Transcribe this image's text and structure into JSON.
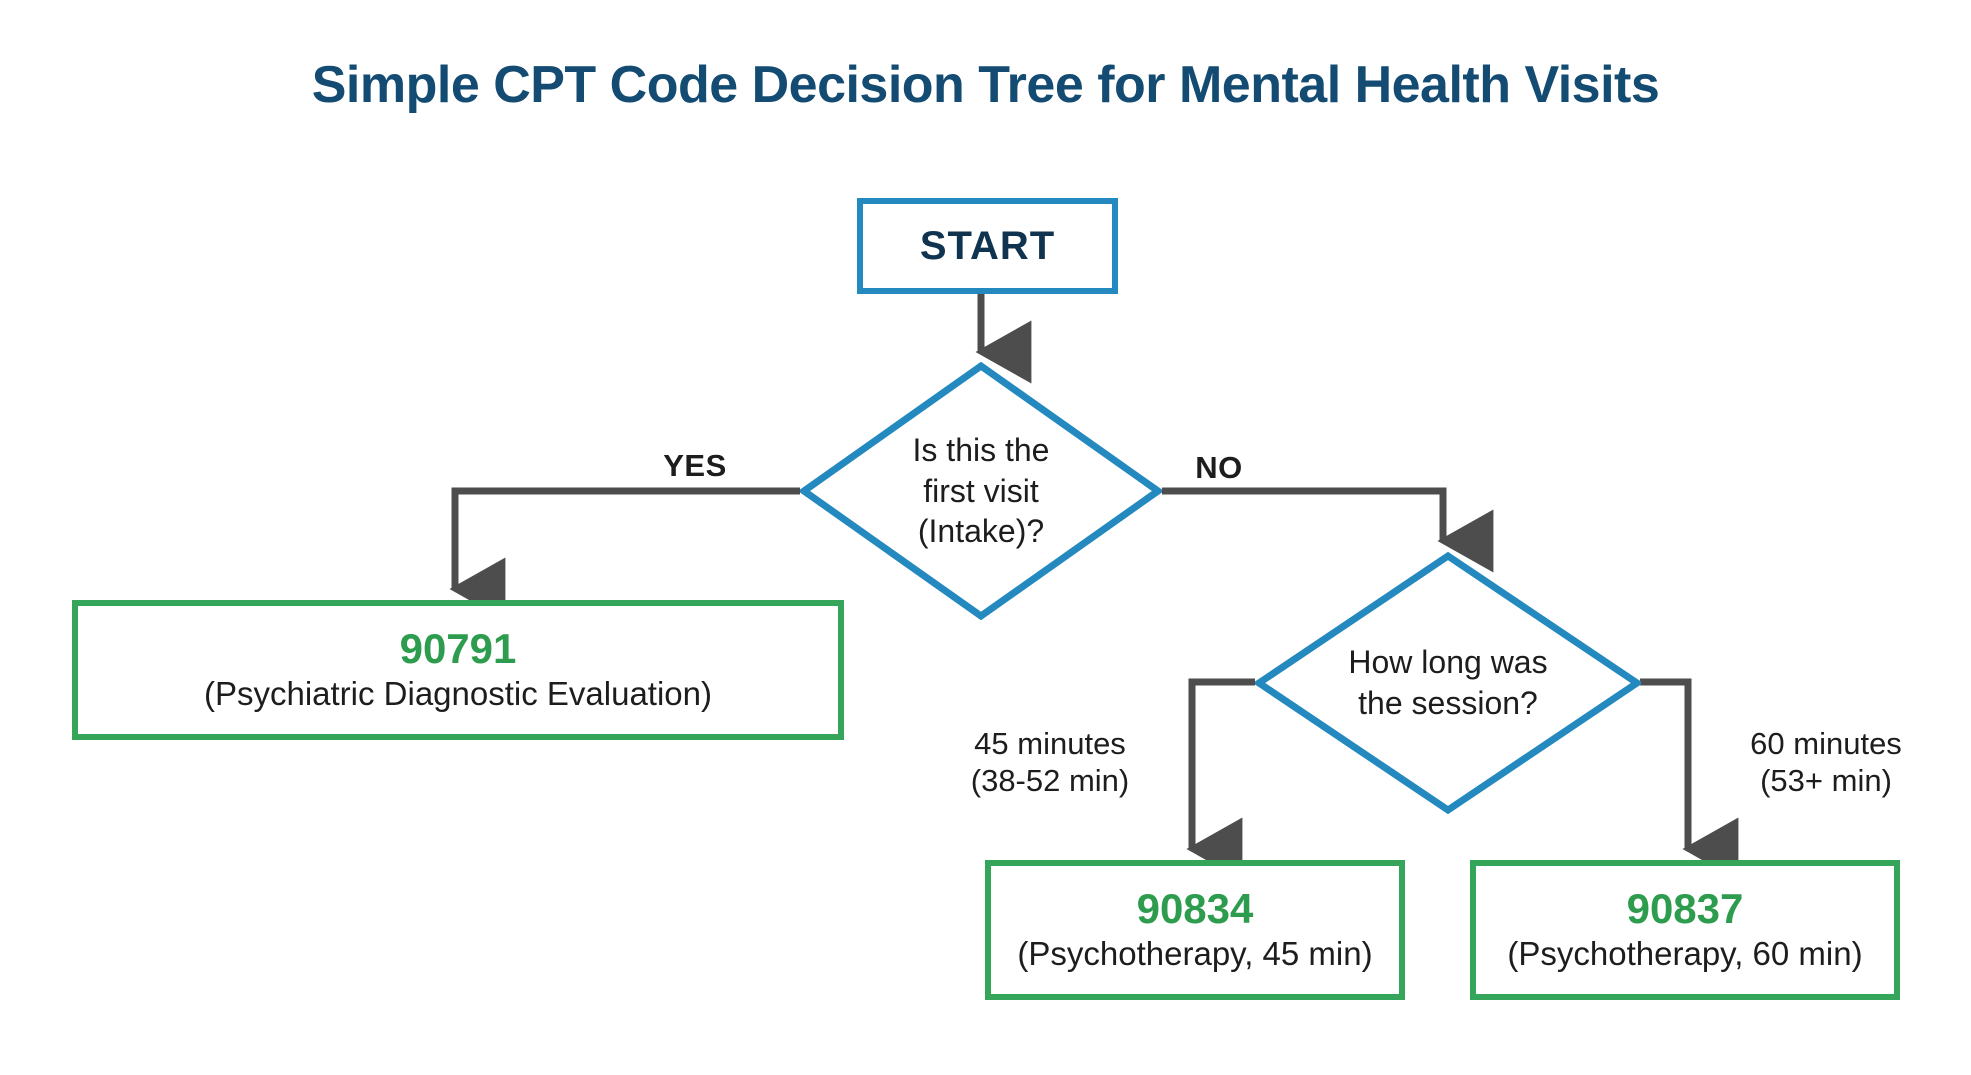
{
  "chart_data": {
    "type": "diagram",
    "diagram_type": "flowchart-decision-tree",
    "title": "Simple CPT Code Decision Tree for Mental Health Visits",
    "nodes": [
      {
        "id": "start",
        "shape": "rectangle",
        "label": "START",
        "border_color": "#2489bf"
      },
      {
        "id": "q1",
        "shape": "diamond",
        "label": "Is this the first visit (Intake)?",
        "border_color": "#2489bf"
      },
      {
        "id": "q2",
        "shape": "diamond",
        "label": "How long was the session?",
        "border_color": "#2489bf"
      },
      {
        "id": "code1",
        "shape": "rectangle",
        "code": "90791",
        "desc": "(Psychiatric Diagnostic Evaluation)",
        "border_color": "#35a559"
      },
      {
        "id": "code2",
        "shape": "rectangle",
        "code": "90834",
        "desc": "(Psychotherapy, 45 min)",
        "border_color": "#35a559"
      },
      {
        "id": "code3",
        "shape": "rectangle",
        "code": "90837",
        "desc": "(Psychotherapy, 60 min)",
        "border_color": "#35a559"
      }
    ],
    "edges": [
      {
        "from": "start",
        "to": "q1",
        "label": ""
      },
      {
        "from": "q1",
        "to": "code1",
        "label": "YES"
      },
      {
        "from": "q1",
        "to": "q2",
        "label": "NO"
      },
      {
        "from": "q2",
        "to": "code2",
        "label": "45 minutes (38-52 min)"
      },
      {
        "from": "q2",
        "to": "code3",
        "label": "60 minutes (53+ min)"
      }
    ]
  },
  "header": {
    "title": "Simple CPT Code Decision Tree for Mental Health Visits"
  },
  "nodes": {
    "start": {
      "label": "START"
    },
    "question1": {
      "line1": "Is this the",
      "line2": "first visit",
      "line3": "(Intake)?"
    },
    "question2": {
      "line1": "How long was",
      "line2": "the session?"
    },
    "code_90791": {
      "code": "90791",
      "desc": "(Psychiatric Diagnostic Evaluation)"
    },
    "code_90834": {
      "code": "90834",
      "desc": "(Psychotherapy, 45 min)"
    },
    "code_90837": {
      "code": "90837",
      "desc": "(Psychotherapy, 60 min)"
    }
  },
  "labels": {
    "yes": "YES",
    "no": "NO",
    "branch_45_line1": "45 minutes",
    "branch_45_line2": "(38-52 min)",
    "branch_60_line1": "60 minutes",
    "branch_60_line2": "(53+ min)"
  },
  "colors": {
    "title": "#134b72",
    "decision_border": "#2489bf",
    "outcome_border": "#35a559",
    "code_text": "#2e9c4e",
    "connector": "#4d4d4d",
    "body_text": "#1d1d1d",
    "background": "#ffffff"
  }
}
